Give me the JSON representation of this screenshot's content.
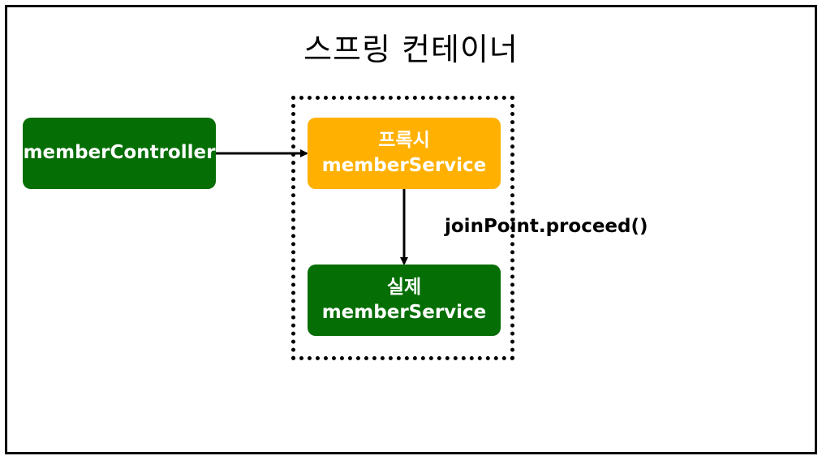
{
  "title": "스프링 컨테이너",
  "colors": {
    "green": "#056e05",
    "orange": "#ffb000",
    "black": "#000000"
  },
  "nodes": {
    "controller": {
      "line1": "memberController"
    },
    "proxy": {
      "line1": "프록시",
      "line2": "memberService"
    },
    "real": {
      "line1": "실제",
      "line2": "memberService"
    }
  },
  "edges": {
    "proxy_to_real_label": "joinPoint.proceed()"
  }
}
